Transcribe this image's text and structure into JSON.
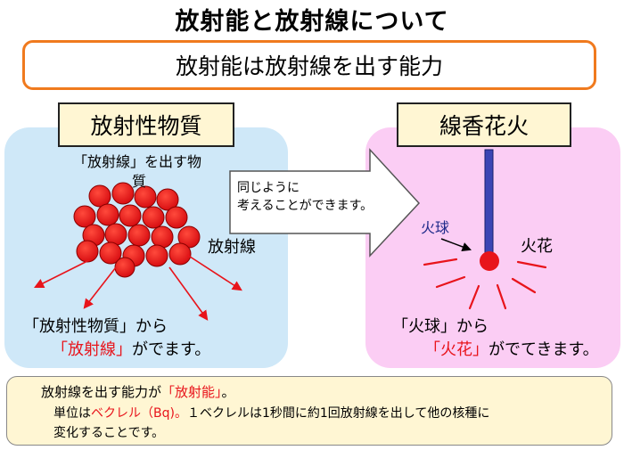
{
  "title": "放射能と放射線について",
  "definition": "放射能は放射線を出す能力",
  "left": {
    "heading": "放射性物質",
    "caption_line1": "「放射線」を出す物",
    "caption_line2": "質",
    "rays_label": "放射線",
    "bottom_line1": "「放射性物質」から",
    "bottom_line2_red": "「放射線」",
    "bottom_line2_rest": "がでます。"
  },
  "arrow_text": {
    "line1": "同じように",
    "line2": "考えることができます。"
  },
  "right": {
    "heading": "線香花火",
    "fireball_label": "火球",
    "sparks_label": "火花",
    "bottom_line1": "「火球」から",
    "bottom_line2_red": "「火花」",
    "bottom_line2_rest": "がでてきます。"
  },
  "summary": {
    "line1_prefix": "放射線を出す能力が",
    "line1_red": "「放射能」",
    "line1_suffix": "。",
    "line2_prefix": "単位は",
    "line2_red": "ベクレル（Bq)。",
    "line2_suffix": "１ベクレルは1秒間に約1回放射線を出して他の核種に",
    "line3": "変化することです。"
  },
  "colors": {
    "accent_orange": "#f07a1e",
    "red": "#e8141b",
    "left_panel": "#cfe8f8",
    "right_panel": "#fbcdf4",
    "heading_fill": "#fff6d3",
    "stick": "#3b45b4",
    "fireball_label": "#1f2a8a"
  }
}
